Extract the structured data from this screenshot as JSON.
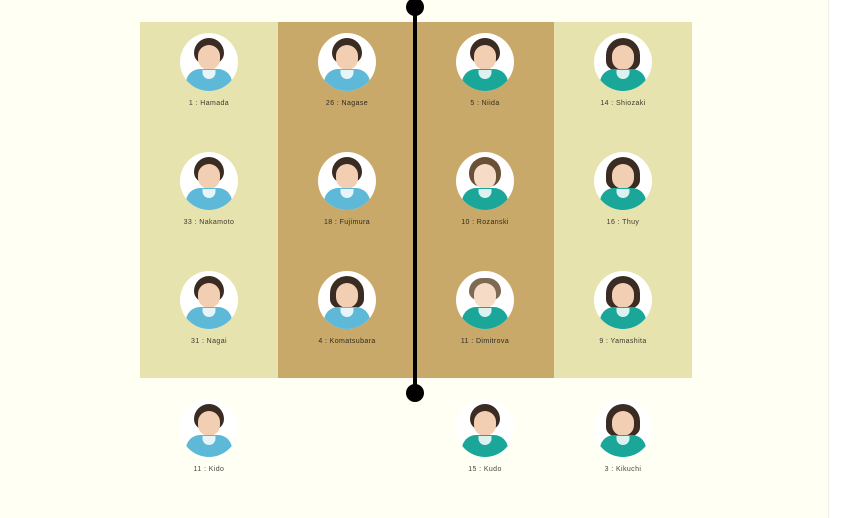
{
  "board": {
    "columns": [
      {
        "id": "col1",
        "tone": "light",
        "tone_color": "#e7e3ae"
      },
      {
        "id": "col2",
        "tone": "dark",
        "tone_color": "#c8a96a"
      },
      {
        "id": "col3",
        "tone": "dark",
        "tone_color": "#c8a96a"
      },
      {
        "id": "col4",
        "tone": "light",
        "tone_color": "#e7e3ae"
      }
    ],
    "divider": {
      "color": "#000000",
      "endpoint_shape": "circle"
    },
    "background_color": "#fffff4",
    "court_rows": 3,
    "court_columns": 4
  },
  "players": [
    {
      "number": "1",
      "name": "Hamada",
      "label": "1 : Hamada",
      "col": 1,
      "row": 1,
      "tone": "light",
      "hair": "short",
      "kit": "blue"
    },
    {
      "number": "26",
      "name": "Nagase",
      "label": "26 : Nagase",
      "col": 2,
      "row": 1,
      "tone": "dark",
      "hair": "short",
      "kit": "blue"
    },
    {
      "number": "5",
      "name": "Niida",
      "label": "5 : Niida",
      "col": 3,
      "row": 1,
      "tone": "dark",
      "hair": "short",
      "kit": "teal"
    },
    {
      "number": "14",
      "name": "Shiozaki",
      "label": "14 : Shiozaki",
      "col": 4,
      "row": 1,
      "tone": "light",
      "hair": "bob",
      "kit": "teal"
    },
    {
      "number": "33",
      "name": "Nakamoto",
      "label": "33 : Nakamoto",
      "col": 1,
      "row": 2,
      "tone": "light",
      "hair": "short",
      "kit": "blue"
    },
    {
      "number": "18",
      "name": "Fujimura",
      "label": "18 : Fujimura",
      "col": 2,
      "row": 2,
      "tone": "dark",
      "hair": "short",
      "kit": "blue"
    },
    {
      "number": "10",
      "name": "Rozanski",
      "label": "10 : Rozanski",
      "col": 3,
      "row": 2,
      "tone": "dark",
      "hair": "light",
      "kit": "teal"
    },
    {
      "number": "16",
      "name": "Thuy",
      "label": "16 : Thuy",
      "col": 4,
      "row": 2,
      "tone": "light",
      "hair": "bob",
      "kit": "teal"
    },
    {
      "number": "31",
      "name": "Nagai",
      "label": "31 : Nagai",
      "col": 1,
      "row": 3,
      "tone": "light",
      "hair": "short",
      "kit": "blue"
    },
    {
      "number": "4",
      "name": "Komatsubara",
      "label": "4 : Komatsubara",
      "col": 2,
      "row": 3,
      "tone": "dark",
      "hair": "bob",
      "kit": "blue"
    },
    {
      "number": "11",
      "name": "Dimitrova",
      "label": "11 : Dimitrova",
      "col": 3,
      "row": 3,
      "tone": "dark",
      "hair": "buzz",
      "kit": "teal"
    },
    {
      "number": "9",
      "name": "Yamashita",
      "label": "9 : Yamashita",
      "col": 4,
      "row": 3,
      "tone": "light",
      "hair": "bob",
      "kit": "teal"
    }
  ],
  "bench": [
    {
      "number": "11",
      "name": "Kido",
      "label": "11 : Kido",
      "col": 1,
      "hair": "short",
      "kit": "blue"
    },
    {
      "number": "15",
      "name": "Kudo",
      "label": "15 : Kudo",
      "col": 3,
      "hair": "short",
      "kit": "teal"
    },
    {
      "number": "3",
      "name": "Kikuchi",
      "label": "3 : Kikuchi",
      "col": 4,
      "hair": "bob",
      "kit": "teal"
    }
  ]
}
